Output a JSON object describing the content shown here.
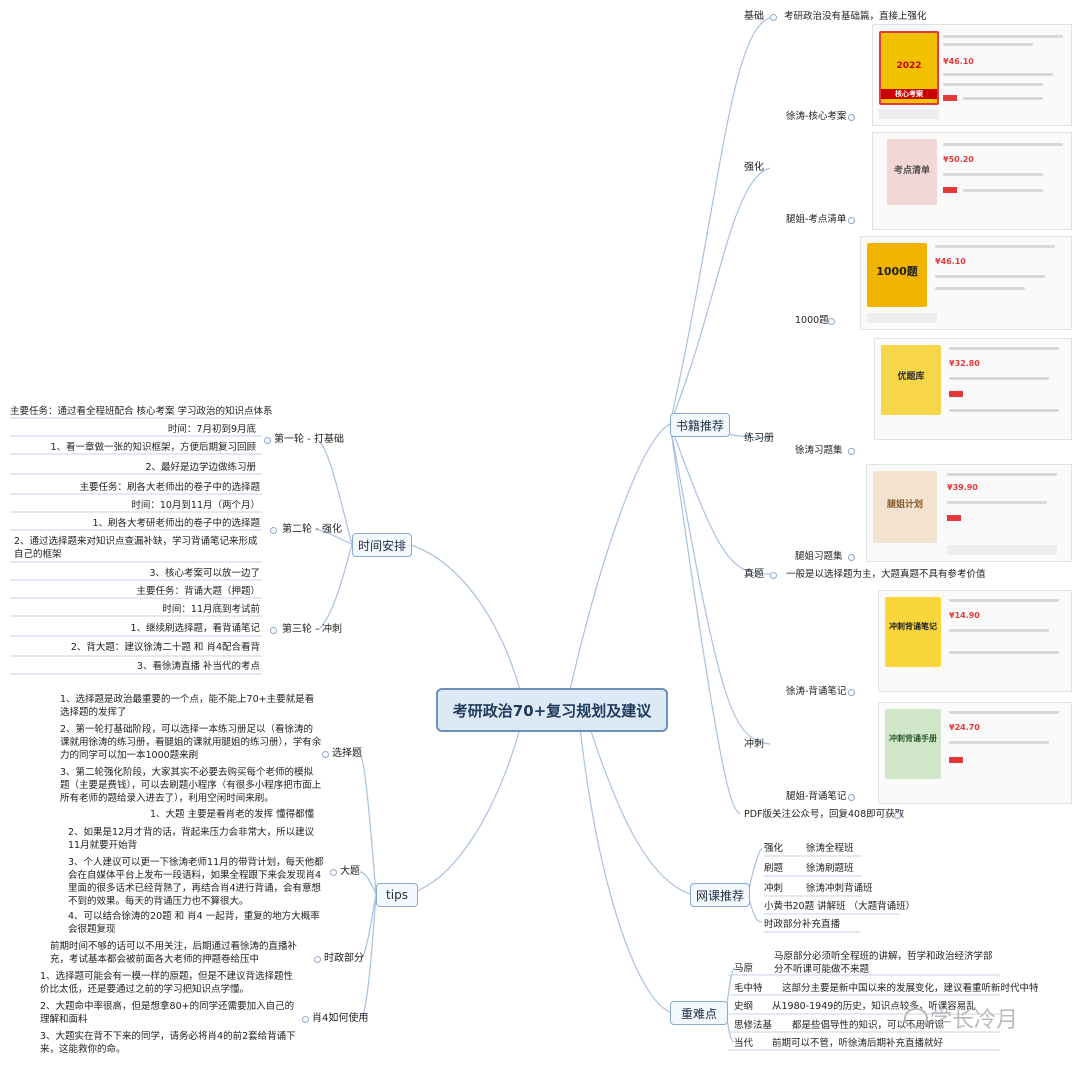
{
  "root": "考研政治70+复习规划及建议",
  "branches": {
    "schedule": {
      "label": "时间安排",
      "round1": {
        "label": "第一轮 - 打基础",
        "items": [
          "主要任务：通过看全程班配合 核心考案 学习政治的知识点体系",
          "时间：7月初到9月底",
          "1、看一章做一张的知识框架，方便后期复习回顾",
          "2、最好是边学边做练习册"
        ]
      },
      "round2": {
        "label": "第二轮 - 强化",
        "items": [
          "主要任务：刷各大老师出的卷子中的选择题",
          "时间：10月到11月（两个月）",
          "1、刷各大考研老师出的卷子中的选择题",
          "2、通过选择题来对知识点查漏补缺，学习背诵笔记来形成自己的框架",
          "3、核心考案可以放一边了"
        ]
      },
      "round3": {
        "label": "第三轮 - 冲刺",
        "items": [
          "主要任务：背诵大题（押题）",
          "时间：11月底到考试前",
          "1、继续刷选择题，看背诵笔记",
          "2、背大题：建议徐涛二十题 和 肖4配合看背",
          "3、看徐涛直播 补当代的考点"
        ]
      }
    },
    "tips": {
      "label": "tips",
      "choice": {
        "label": "选择题",
        "items": [
          "1、选择题是政治最重要的一个点，能不能上70+主要就是看选择题的发挥了",
          "2、第一轮打基础阶段，可以选择一本练习册足以（看徐涛的课就用徐涛的练习册，看腿姐的课就用腿姐的练习册），学有余力的同学可以加一本1000题来刷",
          "3、第二轮强化阶段，大家其实不必要去购买每个老师的模拟题（主要是费钱），可以去刷题小程序（有很多小程序把市面上所有老师的题给录入进去了），利用空闲时间来刷。"
        ]
      },
      "essay": {
        "label": "大题",
        "items": [
          "1、大题 主要是看肖老的发挥 懂得都懂",
          "2、如果是12月才背的话，背起来压力会非常大，所以建议11月就要开始背",
          "3、个人建议可以更一下徐涛老师11月的带背计划，每天他都会在自媒体平台上发布一段语料，如果全程跟下来会发现肖4里面的很多话术已经背熟了，再结合肖4进行背诵，会有意想不到的效果。每天的背诵压力也不算很大。",
          "4、可以结合徐涛的20题 和 肖4 一起背，重复的地方大概率会很题复现"
        ]
      },
      "current": {
        "label": "时政部分",
        "items": [
          "前期时间不够的话可以不用关注，后期通过看徐涛的直播补充，考试基本都会被前面各大老师的押题卷给压中"
        ]
      },
      "xiao4": {
        "label": "肖4如何使用",
        "items": [
          "1、选择题可能会有一模一样的原题，但是不建议背选择题性价比太低，还是要通过之前的学习把知识点学懂。",
          "2、大题命中率很高，但是想拿80+的同学还需要加入自己的理解和面料",
          "3、大题实在背不下来的同学，请务必将肖4的前2套给背诵下来，这能救你的命。"
        ]
      }
    },
    "books": {
      "label": "书籍推荐",
      "basic": {
        "label": "基础",
        "note": "考研政治没有基础篇，直接上强化"
      },
      "strengthen": {
        "label": "强化",
        "items": [
          "徐涛-核心考案",
          "腿姐-考点清单"
        ]
      },
      "practice": {
        "label": "练习册",
        "items": [
          "1000题",
          "徐涛习题集",
          "腿姐习题集"
        ]
      },
      "real": {
        "label": "真题",
        "note": "一般是以选择题为主，大题真题不具有参考价值"
      },
      "sprint": {
        "label": "冲刺",
        "items": [
          "徐涛-背诵笔记",
          "腿姐-背诵笔记"
        ]
      },
      "pdf": "PDF版关注公众号，回复408即可获取",
      "covers": [
        {
          "title": "2022",
          "subtitle": "核心考案",
          "color": "#f2c200",
          "price": "¥46.10"
        },
        {
          "title": "考点清单",
          "subtitle": "",
          "color": "#f3d6d6",
          "price": "¥50.20"
        },
        {
          "title": "1000题",
          "subtitle": "",
          "color": "#f0b400",
          "price": "¥46.10"
        },
        {
          "title": "优题库",
          "subtitle": "",
          "color": "#f7d64a",
          "price": "¥32.80"
        },
        {
          "title": "腿姐计划",
          "subtitle": "",
          "color": "#f2e2cf",
          "price": "¥39.90"
        },
        {
          "title": "冲刺背诵笔记",
          "subtitle": "",
          "color": "#f8d63c",
          "price": "¥14.90"
        },
        {
          "title": "冲刺背诵手册",
          "subtitle": "",
          "color": "#cfe6c8",
          "price": "¥24.70"
        }
      ]
    },
    "courses": {
      "label": "网课推荐",
      "rows": [
        {
          "k": "强化",
          "v": "徐涛全程班"
        },
        {
          "k": "刷题",
          "v": "徐涛刷题班"
        },
        {
          "k": "冲刺",
          "v": "徐涛冲刺背诵班"
        },
        {
          "k": "小黄书20题 讲解班 （大题背诵班）",
          "v": ""
        },
        {
          "k": "时政部分补充直播",
          "v": ""
        }
      ]
    },
    "difficulties": {
      "label": "重难点",
      "rows": [
        {
          "k": "马原",
          "v": "马原部分必须听全程班的讲解，哲学和政治经济学部分不听课可能做不来题"
        },
        {
          "k": "毛中特",
          "v": "这部分主要是新中国以来的发展变化，建议看重听新时代中特"
        },
        {
          "k": "史纲",
          "v": "从1980-1949的历史，知识点较多，听课容易乱"
        },
        {
          "k": "思修法基",
          "v": "都是些倡导性的知识，可以不用听课"
        },
        {
          "k": "当代",
          "v": "前期可以不管，听徐涛后期补充直播就好"
        }
      ]
    }
  },
  "watermark": "学长冷月",
  "colors": {
    "line": "#a9c2e0",
    "accent": "#6b8fb8",
    "price": "#e4393c"
  }
}
